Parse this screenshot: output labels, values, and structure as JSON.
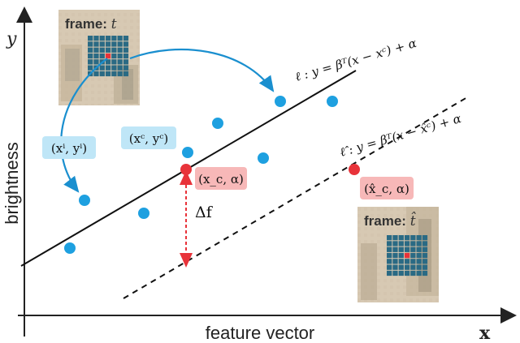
{
  "axes": {
    "y_label": "y",
    "x_label": "x",
    "y_title": "brightness",
    "x_title": "feature vector"
  },
  "frames": {
    "top_label": "frame:",
    "top_var": "t",
    "bottom_label": "frame:",
    "bottom_var": "t̂"
  },
  "lines": {
    "solid_label": "ℓ : y = βᵀ(x − xᶜ) + α",
    "dashed_label": "ℓ̂ : y = βᵀ(x − x̂ᶜ) + α"
  },
  "labels": {
    "xi_yi": "(xⁱ, yⁱ)",
    "xc_yc": "(xᶜ, yᶜ)",
    "xc_alpha": "(x_c, α)",
    "xhatc_alpha": "(x̂_c, α)",
    "delta_f": "Δf"
  },
  "colors": {
    "point_blue": "#1ea0e0",
    "point_red": "#e8333a",
    "label_blue_bg": "#bfe6f7",
    "label_red_bg": "#f7b8b8",
    "arrow_blue": "#1a8fcf"
  }
}
